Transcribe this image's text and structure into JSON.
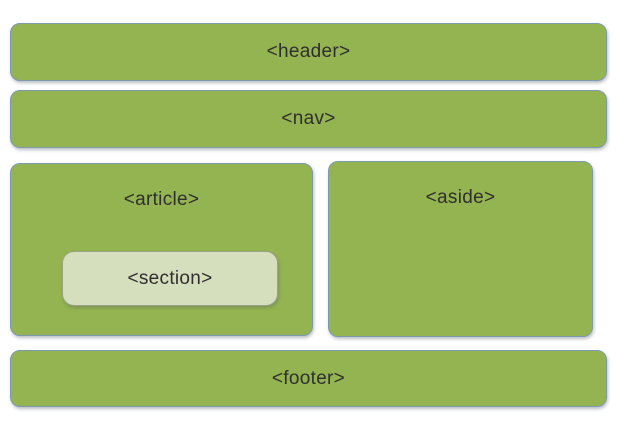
{
  "diagram": {
    "description": "HTML5 semantic page layout diagram",
    "boxes": {
      "header": {
        "label": "<header>"
      },
      "nav": {
        "label": "<nav>"
      },
      "article": {
        "label": "<article>"
      },
      "section": {
        "label": "<section>"
      },
      "aside": {
        "label": "<aside>"
      },
      "footer": {
        "label": "<footer>"
      }
    },
    "colors": {
      "background": "#ffffff",
      "box_fill": "#94b451",
      "box_border": "#7d9ab0",
      "section_fill": "#d6dfbd",
      "section_border": "#9aa487",
      "label_text": "#2f2f2f"
    }
  }
}
